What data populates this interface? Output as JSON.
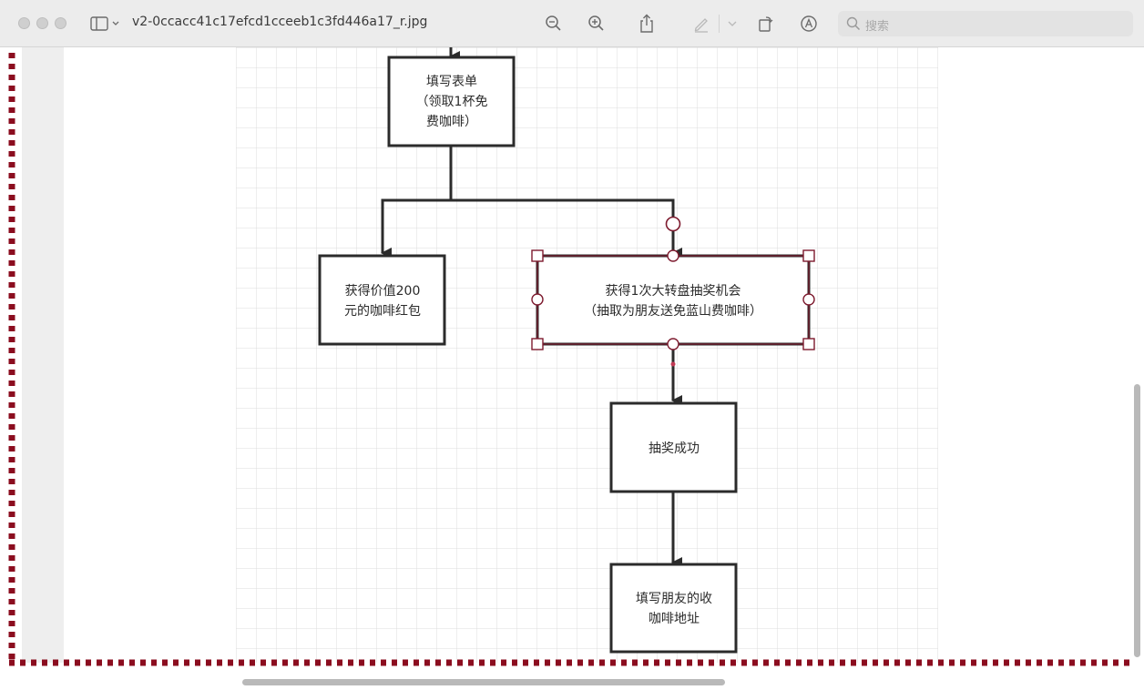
{
  "window": {
    "title": "v2-0ccacc41c17efcd1cceeb1c3fd446a17_r.jpg",
    "search_placeholder": "搜索"
  },
  "toolbar": {
    "icons": [
      "sidebar-icon",
      "zoom-out-icon",
      "zoom-in-icon",
      "share-icon",
      "markup-pen-icon",
      "rotate-icon",
      "annotate-icon",
      "search-icon"
    ]
  },
  "flowchart": {
    "nodes": {
      "form": {
        "lines": [
          "填写表单",
          "（领取1杯免",
          "费咖啡）"
        ]
      },
      "red_packet": {
        "lines": [
          "获得价值200",
          "元的咖啡红包"
        ]
      },
      "lottery": {
        "lines": [
          "获得1次大转盘抽奖机会",
          "（抽取为朋友送免蓝山费咖啡）"
        ]
      },
      "win": {
        "lines": [
          "抽奖成功"
        ]
      },
      "address": {
        "lines": [
          "填写朋友的收",
          "咖啡地址"
        ]
      }
    }
  },
  "colors": {
    "selection_border": "#7d1a2e",
    "dotted_border": "#8b0d1f"
  }
}
